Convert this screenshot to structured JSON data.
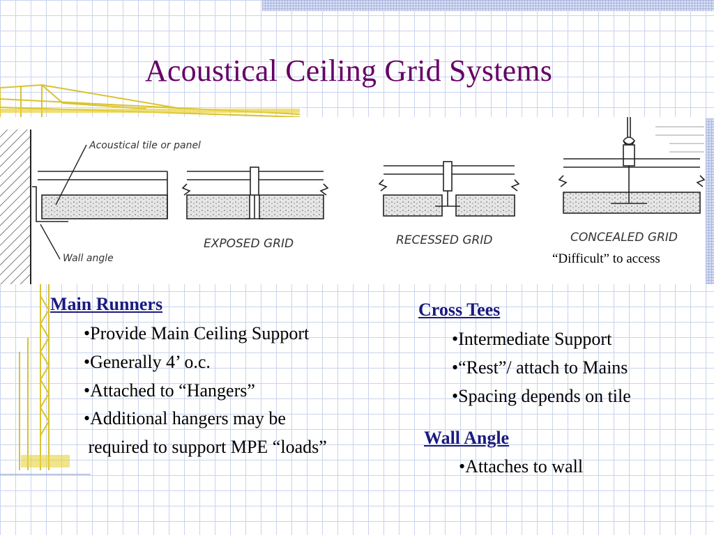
{
  "title": "Acoustical Ceiling Grid Systems",
  "diagram": {
    "label_tile": "Acoustical tile or panel",
    "label_wall_angle": "Wall angle",
    "label_exposed": "EXPOSED GRID",
    "label_recessed": "RECESSED GRID",
    "label_concealed": "CONCEALED GRID",
    "note": "“Difficult” to access"
  },
  "main_runners": {
    "heading": "Main Runners",
    "items": [
      "•Provide Main Ceiling Support",
      "•Generally 4’ o.c.",
      "•Attached to “Hangers”",
      "•Additional hangers may be",
      " required to support MPE “loads”"
    ]
  },
  "cross_tees": {
    "heading": "Cross Tees",
    "items": [
      "•Intermediate Support",
      "•“Rest”/ attach to Mains",
      "•Spacing depends on tile"
    ]
  },
  "wall_angle": {
    "heading": "Wall Angle",
    "items": [
      "•Attaches to wall"
    ]
  },
  "colors": {
    "title": "#660066",
    "heading": "#1a1a80",
    "grid": "#c9d3ec",
    "crane": "#e8d23a"
  }
}
